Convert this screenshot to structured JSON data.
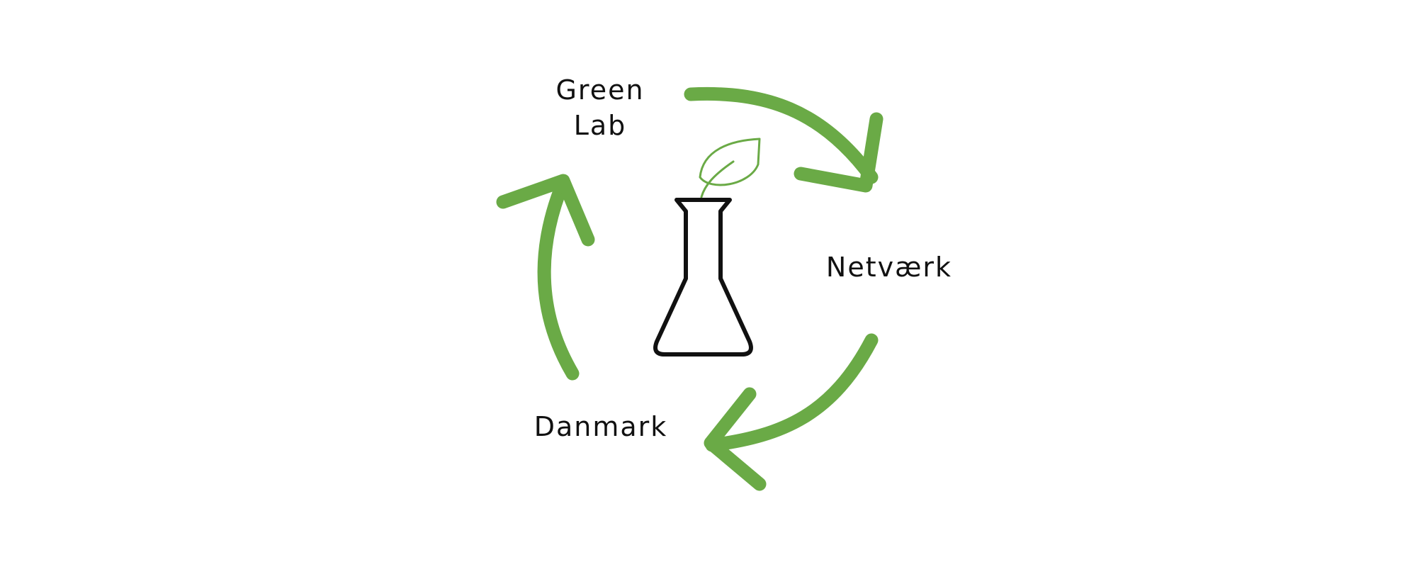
{
  "diagram": {
    "labels": {
      "green_lab_line1": "Green",
      "green_lab_line2": "Lab",
      "netvaerk": "Netværk",
      "danmark": "Danmark"
    },
    "icons": {
      "center": "flask-icon",
      "sprout": "leaf-icon",
      "arrows": "cycle-arrow-icon"
    },
    "colors": {
      "arrow": "#6aaa46",
      "leaf": "#6aaa46",
      "flask": "#111111",
      "text": "#111111",
      "background": "#ffffff"
    }
  }
}
